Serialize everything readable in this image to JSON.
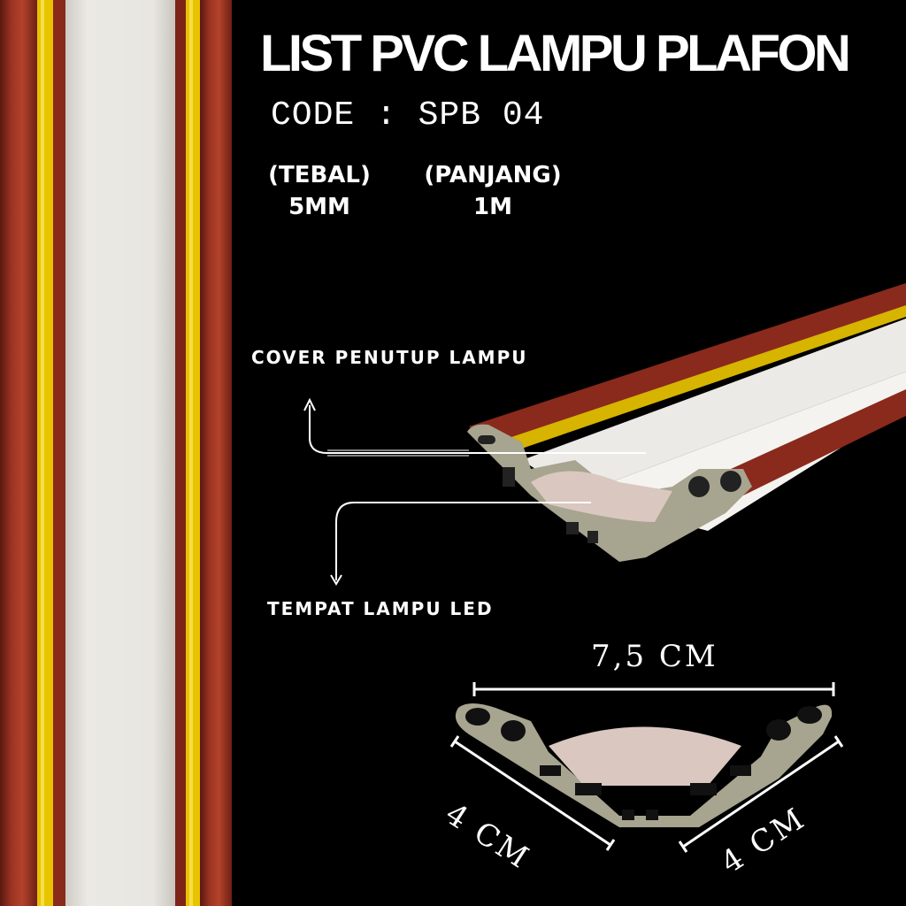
{
  "product": {
    "title": "LIST PVC LAMPU PLAFON",
    "code": "CODE : SPB 04"
  },
  "specs": [
    {
      "label": "(TEBAL)",
      "value": "5MM"
    },
    {
      "label": "(PANJANG)",
      "value": "1M"
    }
  ],
  "callouts": {
    "cover": "COVER PENUTUP LAMPU",
    "led": "TEMPAT LAMPU LED"
  },
  "dimensions": {
    "width": "7,5 CM",
    "left_side": "4 CM",
    "right_side": "4 CM"
  },
  "colors": {
    "background": "#000000",
    "wood": "#8e2a1c",
    "gold": "#e8c200",
    "cover_white": "#e9e7e2",
    "profile_grey": "#a7a48f",
    "led_pink": "#d9c7c0"
  }
}
